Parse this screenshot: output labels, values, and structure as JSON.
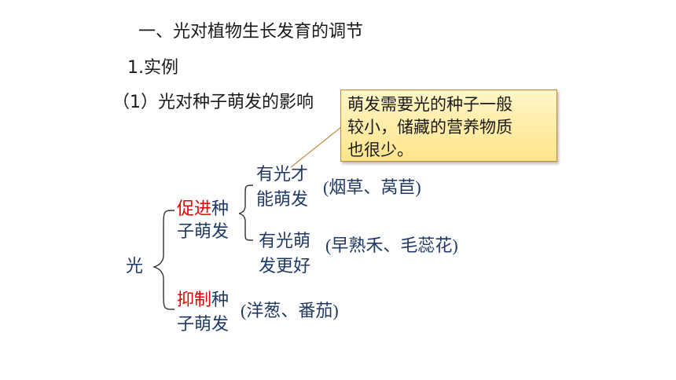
{
  "heading": "一、光对植物生长发育的调节",
  "subheading": "1.实例",
  "section": "（1）光对种子萌发的影响",
  "callout": {
    "lines": [
      "萌发需要光的种子一般",
      "较小，储藏的营养物质",
      "也很少。"
    ]
  },
  "tree": {
    "root": "光",
    "promote": {
      "red": "促进",
      "rest1": "种",
      "line2": "子萌发",
      "children": [
        {
          "line1": "有光才",
          "line2": "能萌发",
          "example": "(烟草、莴苣)"
        },
        {
          "line1": "有光萌",
          "line2": "发更好",
          "example": "(早熟禾、毛蕊花)"
        }
      ]
    },
    "inhibit": {
      "red": "抑制",
      "rest1": "种",
      "line2": "子萌发",
      "example": "(洋葱、番茄)"
    }
  },
  "colors": {
    "text": "#1a1a1a",
    "tree_text": "#1f3864",
    "highlight": "#e60000",
    "callout_fill": "#ffe58a",
    "callout_border": "#c8873c"
  }
}
